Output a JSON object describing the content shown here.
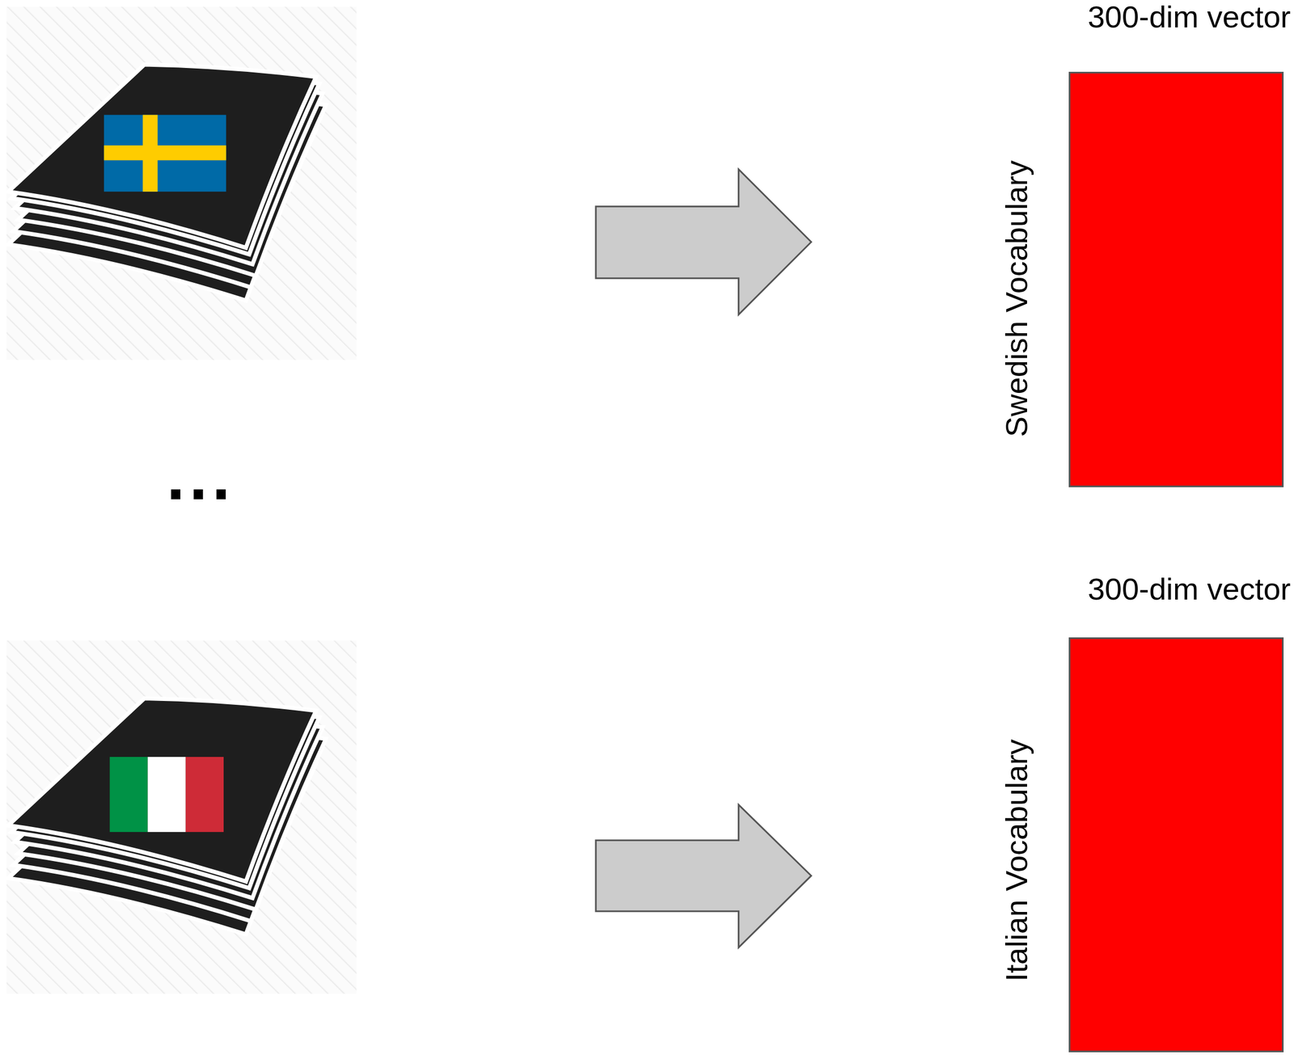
{
  "diagram": {
    "nodes": [
      {
        "text": [
          "300-dim vector",
          "Swedish Vocabulary"
        ]
      },
      {
        "text": [
          "300-dim vector",
          "Italian Vocabulary"
        ]
      }
    ],
    "labels": [
      "..."
    ]
  }
}
